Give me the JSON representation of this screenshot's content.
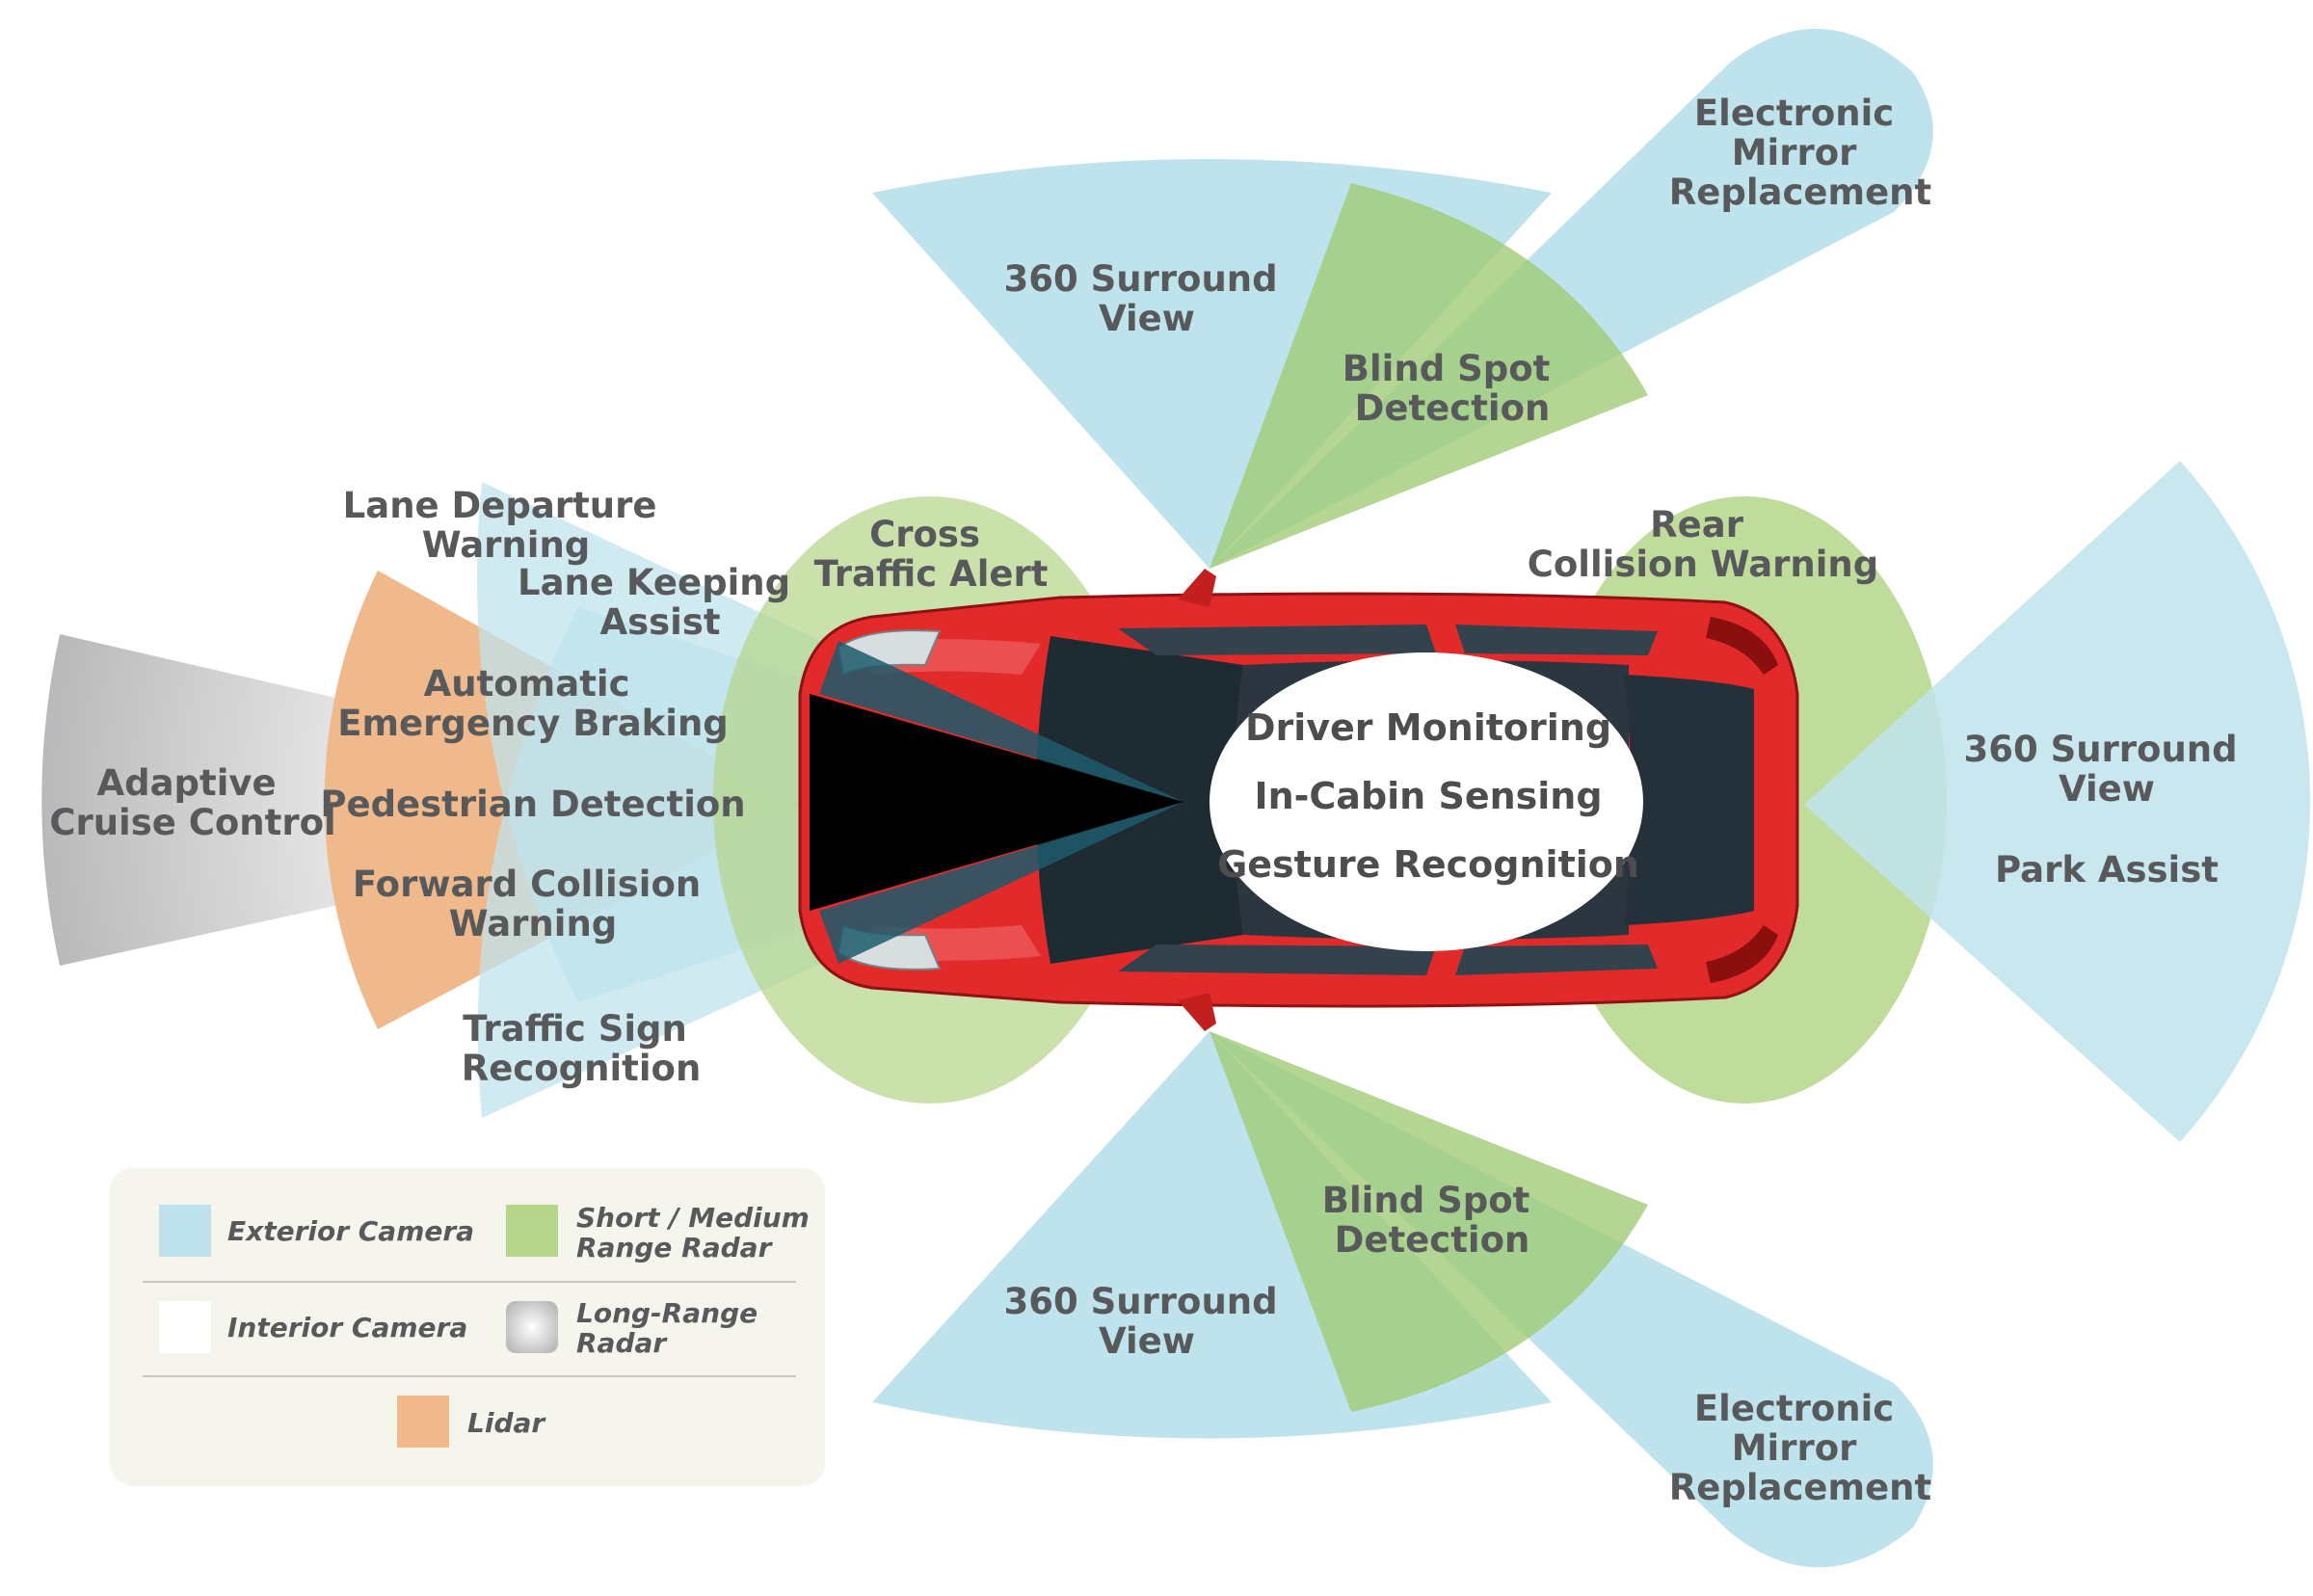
{
  "colors": {
    "exterior_camera": "#bfe3ec",
    "short_medium_radar": "#b5d68a",
    "interior_camera": "#ffffff",
    "long_range_radar": "#c9c9c9",
    "lidar": "#f0b98c",
    "car_body": "#e22a2a",
    "label_text": "#58595b"
  },
  "labels": {
    "adaptive_cruise": [
      "Adaptive",
      "Cruise Control"
    ],
    "lane_departure": [
      "Lane Departure",
      "Warning"
    ],
    "lane_keeping": [
      "Lane Keeping",
      "Assist"
    ],
    "automatic_braking": [
      "Automatic",
      "Emergency Braking"
    ],
    "pedestrian": "Pedestrian Detection",
    "forward_collision": [
      "Forward Collision",
      "Warning"
    ],
    "traffic_sign": [
      "Traffic Sign",
      "Recognition"
    ],
    "cross_traffic": [
      "Cross",
      "Traffic Alert"
    ],
    "surround_top": [
      "360 Surround",
      "View"
    ],
    "blind_spot_top": [
      "Blind Spot",
      "Detection"
    ],
    "mirror_top": [
      "Electronic",
      "Mirror",
      "Replacement"
    ],
    "rear_collision": [
      "Rear",
      "Collision Warning"
    ],
    "surround_rear": [
      "360 Surround",
      "View"
    ],
    "park_assist": "Park Assist",
    "surround_bottom": [
      "360 Surround",
      "View"
    ],
    "blind_spot_bottom": [
      "Blind Spot",
      "Detection"
    ],
    "mirror_bottom": [
      "Electronic",
      "Mirror",
      "Replacement"
    ],
    "driver_monitoring": "Driver Monitoring",
    "in_cabin": "In-Cabin Sensing",
    "gesture": "Gesture Recognition"
  },
  "legend": {
    "exterior_camera": "Exterior Camera",
    "short_medium_radar": [
      "Short / Medium",
      "Range Radar"
    ],
    "interior_camera": "Interior Camera",
    "long_range_radar": [
      "Long-Range",
      "Radar"
    ],
    "lidar": "Lidar"
  }
}
